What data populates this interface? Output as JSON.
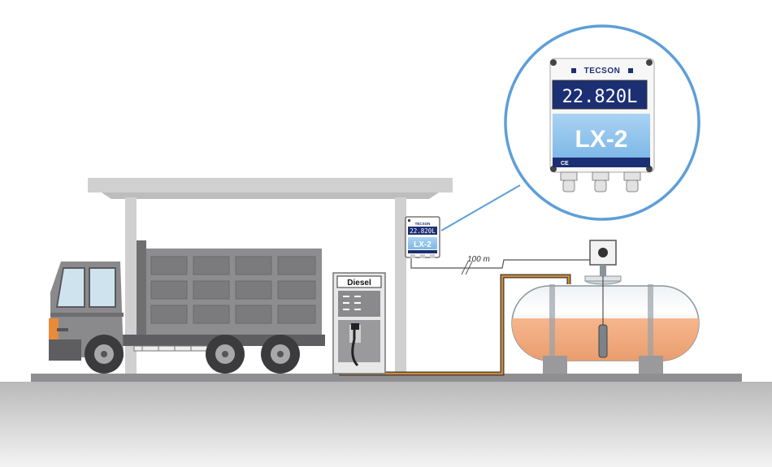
{
  "device": {
    "brand": "TECSON",
    "reading": "22.820L",
    "model": "LX-2",
    "mark": "CE"
  },
  "pump": {
    "label": "Diesel"
  },
  "cable": {
    "distance": "100 m"
  },
  "colors": {
    "ground": "#c7c7c8",
    "structure": "#d2d2d3",
    "truck_body": "#8c8c8e",
    "truck_dark": "#5e5e60",
    "fuel": "#f0a97d",
    "tank_metal": "#d8dce0",
    "device_blue": "#3a8fd0",
    "lcd_bg": "#1c2f73",
    "pipe": "#c8842e",
    "zoom_ring": "#5d9fd8"
  }
}
